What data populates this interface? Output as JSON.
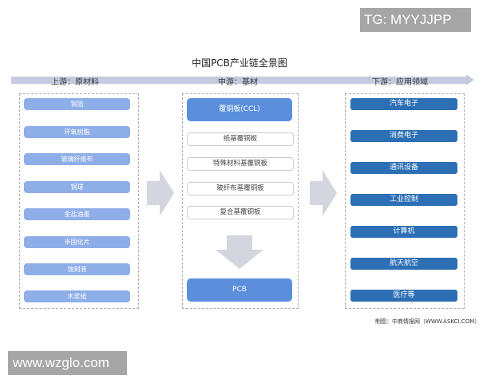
{
  "title": "中国PCB产业链全景图",
  "stages": [
    "上游：原材料",
    "中游：基材",
    "下游：应用领域"
  ],
  "upstream": [
    "铜箔",
    "环氧树脂",
    "玻璃纤维布",
    "铜球",
    "金盐油墨",
    "半固化片",
    "蚀刻液",
    "木浆纸"
  ],
  "midstream": {
    "main": "覆铜板(CCL)",
    "types": [
      "纸基覆铜板",
      "特殊材料基覆铜板",
      "玻纤布基覆铜板",
      "复合基覆铜板"
    ],
    "output": "PCB"
  },
  "downstream": [
    "汽车电子",
    "消费电子",
    "通讯设备",
    "工业控制",
    "计算机",
    "航天航空",
    "医疗等"
  ],
  "source": "制图：中商情报网（WWW.ASKCI.COM）",
  "overlays": {
    "top_right": "TG: MYYJJPP",
    "bottom_left": "www.wzglo.com"
  }
}
